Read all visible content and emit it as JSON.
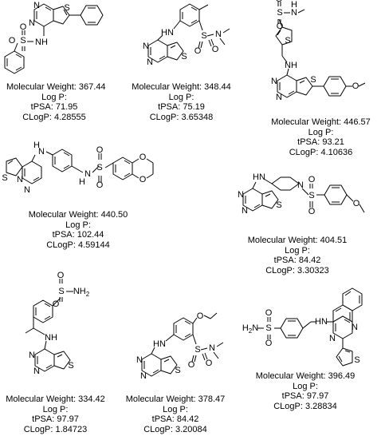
{
  "compounds": [
    {
      "mw_label": "Molecular Weight:",
      "mw": "367.44",
      "logp_label": "Log P:",
      "logp": "",
      "tpsa_label": "tPSA:",
      "tpsa": "71.95",
      "clogp_label": "CLogP:",
      "clogp": "4.28555"
    },
    {
      "mw_label": "Molecular Weight:",
      "mw": "348.44",
      "logp_label": "Log P:",
      "logp": "",
      "tpsa_label": "tPSA:",
      "tpsa": "75.19",
      "clogp_label": "CLogP:",
      "clogp": "3.65348"
    },
    {
      "mw_label": "Molecular Weight:",
      "mw": "446.57",
      "logp_label": "Log P:",
      "logp": "",
      "tpsa_label": "tPSA:",
      "tpsa": "93.21",
      "clogp_label": "CLogP:",
      "clogp": "4.10636"
    },
    {
      "mw_label": "Molecular Weight:",
      "mw": "440.50",
      "logp_label": "Log P:",
      "logp": "",
      "tpsa_label": "tPSA:",
      "tpsa": "102.44",
      "clogp_label": "CLogP:",
      "clogp": "4.59144"
    },
    {
      "mw_label": "Molecular Weight:",
      "mw": "404.51",
      "logp_label": "Log P:",
      "logp": "",
      "tpsa_label": "tPSA:",
      "tpsa": "84.42",
      "clogp_label": "CLogP:",
      "clogp": "3.30323"
    },
    {
      "mw_label": "Molecular Weight:",
      "mw": "334.42",
      "logp_label": "Log P:",
      "logp": "",
      "tpsa_label": "tPSA:",
      "tpsa": "97.97",
      "clogp_label": "CLogP:",
      "clogp": "1.84723"
    },
    {
      "mw_label": "Molecular Weight:",
      "mw": "378.47",
      "logp_label": "Log P:",
      "logp": "",
      "tpsa_label": "tPSA:",
      "tpsa": "84.42",
      "clogp_label": "CLogP:",
      "clogp": "3.20084"
    },
    {
      "mw_label": "Molecular Weight:",
      "mw": "396.49",
      "logp_label": "Log P:",
      "logp": "",
      "tpsa_label": "tPSA:",
      "tpsa": "97.97",
      "clogp_label": "CLogP:",
      "clogp": "3.28834"
    }
  ],
  "atoms": {
    "N": "N",
    "H": "H",
    "NH": "NH",
    "HN": "HN",
    "S": "S",
    "O": "O",
    "NH2": "NH",
    "sub2": "2"
  }
}
